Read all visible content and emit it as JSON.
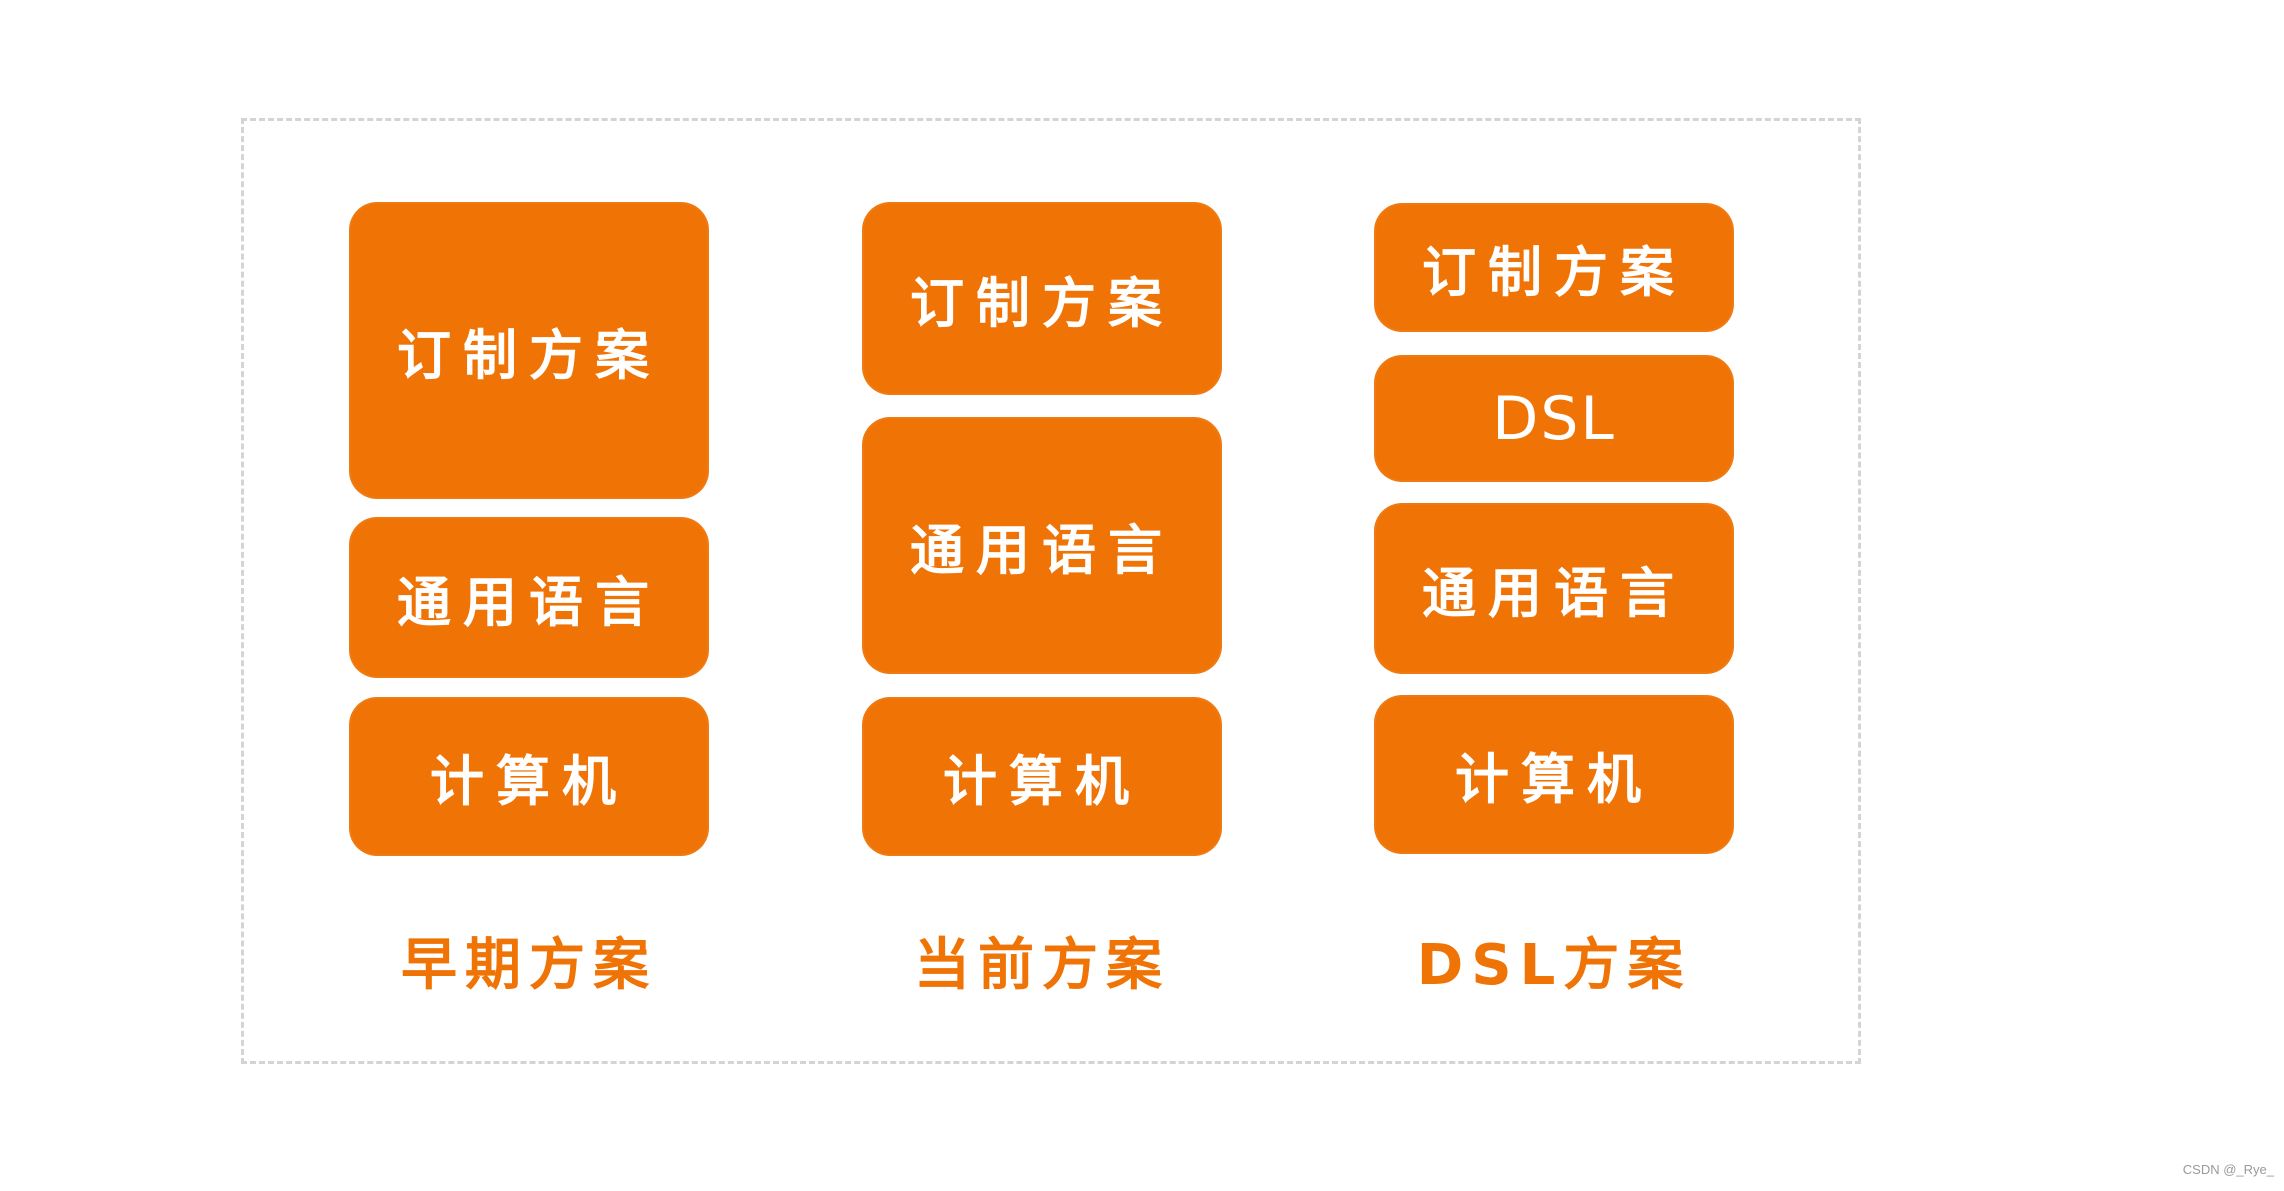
{
  "columns": [
    {
      "caption": "早期方案",
      "blocks": [
        "订制方案",
        "通用语言",
        "计算机"
      ]
    },
    {
      "caption": "当前方案",
      "blocks": [
        "订制方案",
        "通用语言",
        "计算机"
      ]
    },
    {
      "caption": "DSL方案",
      "blocks": [
        "订制方案",
        "DSL",
        "通用语言",
        "计算机"
      ]
    }
  ],
  "watermark": "CSDN @_Rye_",
  "colors": {
    "block_fill": "#f07305",
    "block_text": "#ffffff",
    "caption_text": "#f07305",
    "frame_border": "#d4d4d4"
  }
}
